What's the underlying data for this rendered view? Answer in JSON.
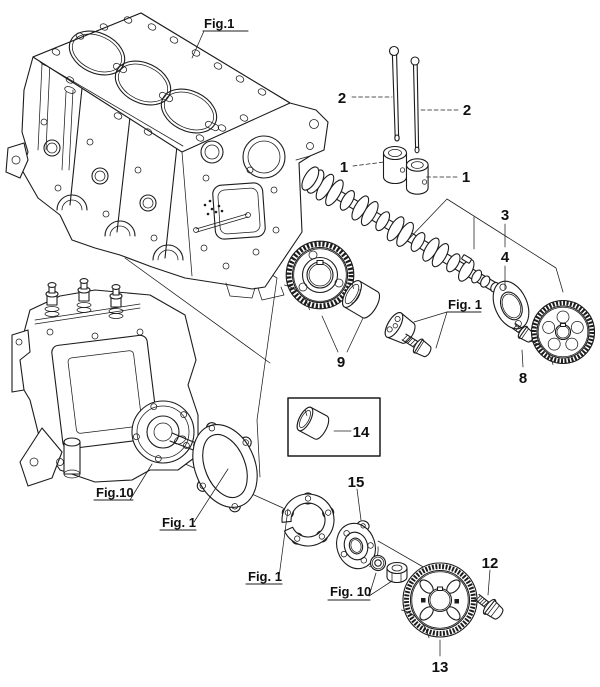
{
  "page": {
    "background": "#ffffff",
    "ink": "#1c1c1c"
  },
  "diagram": {
    "type": "exploded-parts-diagram",
    "callouts": {
      "fig1_top": "Fig.1",
      "part2_left": "2",
      "part2_right": "2",
      "part1_left": "1",
      "part1_right": "1",
      "part3": "3",
      "part4": "4",
      "part8": "8",
      "part9": "9",
      "fig1_mid": "Fig. 1",
      "fig10_pump": "Fig.10",
      "fig1_pump_gasket": "Fig. 1",
      "part14": "14",
      "part15": "15",
      "fig1_cover_gasket": "Fig. 1",
      "fig10_nut": "Fig. 10",
      "part12": "12",
      "part13": "13"
    }
  }
}
